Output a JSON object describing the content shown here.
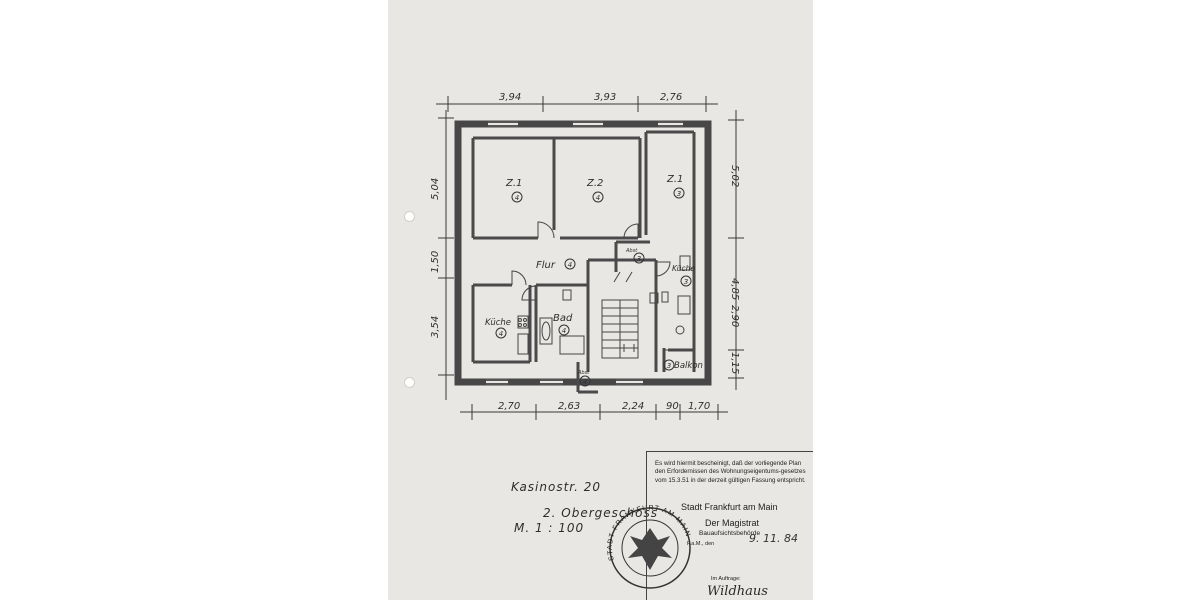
{
  "dimensions": {
    "top": [
      "3,94",
      "3,93",
      "2,76"
    ],
    "bottom": [
      "2,70",
      "2,63",
      "2,24",
      "90",
      "1,70"
    ],
    "left": [
      "5,04",
      "1,50",
      "3,54"
    ],
    "right": [
      "5,02",
      "4,85",
      "2,90",
      "1,15"
    ]
  },
  "rooms": {
    "zimmer1_left": {
      "label": "Z.1",
      "num": "4"
    },
    "zimmer2": {
      "label": "Z.2",
      "num": "4"
    },
    "zimmer1_right": {
      "label": "Z.1",
      "num": "3"
    },
    "flur": {
      "label": "Flur",
      "num": "4"
    },
    "kueche_left": {
      "label": "Küche",
      "num": "4"
    },
    "bad": {
      "label": "Bad",
      "num": "4"
    },
    "kueche_right": {
      "label": "Küche",
      "num": "3"
    },
    "balkon": {
      "label": "Balkon",
      "num": "3"
    },
    "abst_top": {
      "label": "Abst",
      "num": "3"
    },
    "abst_bottom": {
      "label": "Abst",
      "num": "4"
    }
  },
  "address": {
    "street": "Kasinostr. 20",
    "floor": "2. Obergeschoss",
    "scale": "M. 1 : 100"
  },
  "certificate": {
    "text": "Es wird hiermit bescheinigt, daß der vorliegende Plan den Erfordernissen des Wohnungseigentums-gesetzes vom 15.3.51 in der derzeit gültigen Fassung entspricht.",
    "city": "Stadt Frankfurt am Main",
    "authority": "Der Magistrat",
    "department": "Bauaufsichtsbehörde",
    "date_label": "F.a.M., den",
    "date": "9. 11. 84",
    "on_behalf": "Im Auftrage:",
    "signature": "Wildhaus",
    "seal_text": "STADT FRANKFURT AM MAIN"
  }
}
